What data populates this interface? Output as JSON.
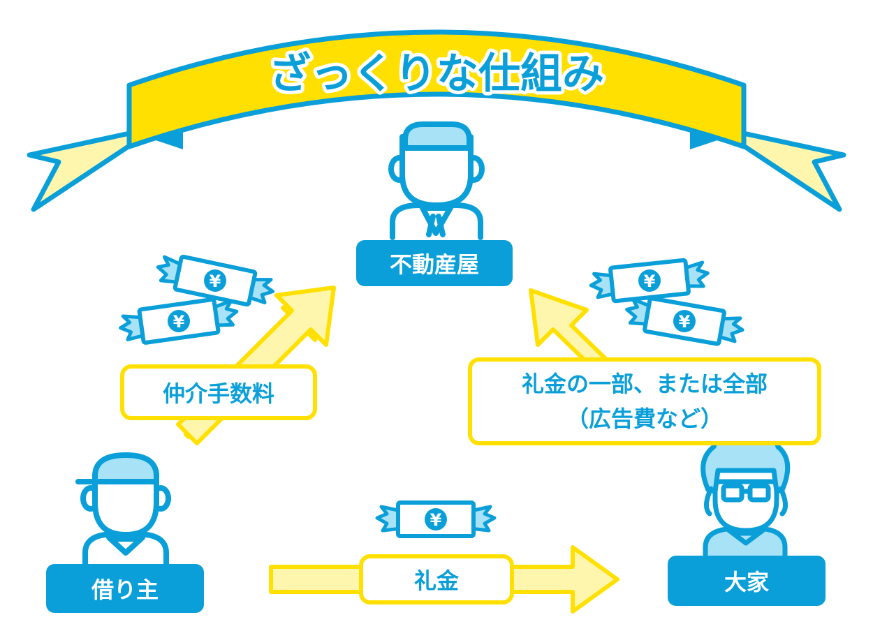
{
  "banner": {
    "title": "ざっくりな仕組み"
  },
  "roles": {
    "agency": "不動産屋",
    "tenant": "借り主",
    "landlord": "大家"
  },
  "flows": {
    "tenant_to_agency": "仲介手数料",
    "landlord_to_agency_line1": "礼金の一部、または全部",
    "landlord_to_agency_line2": "（広告費など）",
    "tenant_to_landlord": "礼金"
  },
  "money": {
    "symbol": "¥"
  },
  "colors": {
    "blue": "#0a9fd8",
    "light_blue": "#a8e2f6",
    "yellow": "#ffe000",
    "pale_yellow": "#fff6ae",
    "white": "#ffffff"
  }
}
